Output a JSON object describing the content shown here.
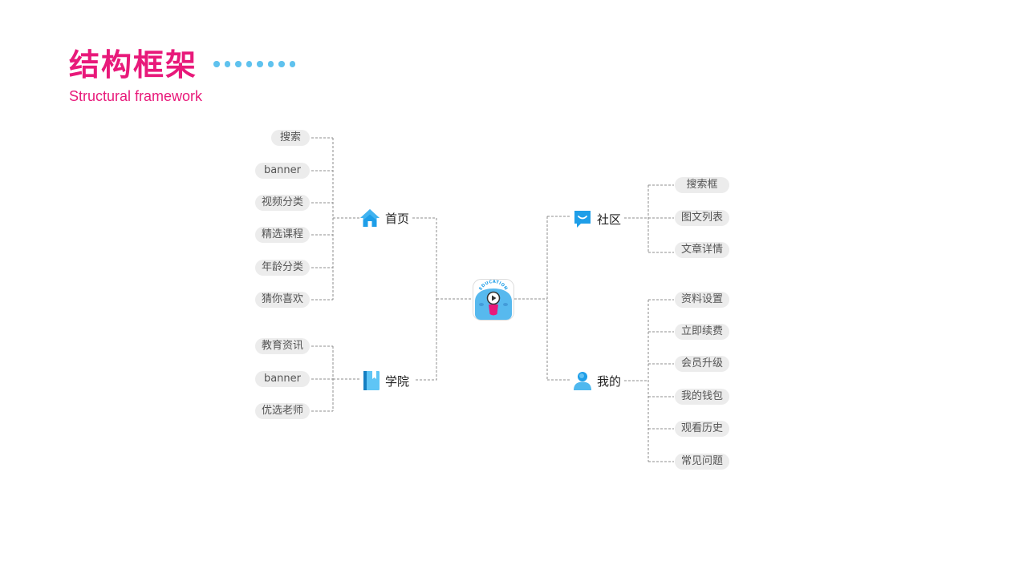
{
  "header": {
    "title_cn": "结构框架",
    "title_en": "Structural framework",
    "dot_count": 8
  },
  "colors": {
    "accent": "#e8197a",
    "dots": "#5fc2ee",
    "icon_blue": "#1e9ee8",
    "pill_bg": "#ececec",
    "line": "#8c8c8c"
  },
  "center": {
    "icon": "education-app-icon",
    "badge_text": "EDUCATION"
  },
  "branches": {
    "home": {
      "label": "首页",
      "icon": "home-icon",
      "items": [
        "搜索",
        "banner",
        "视频分类",
        "精选课程",
        "年龄分类",
        "猜你喜欢"
      ]
    },
    "academy": {
      "label": "学院",
      "icon": "book-icon",
      "items": [
        "教育资讯",
        "banner",
        "优选老师"
      ]
    },
    "community": {
      "label": "社区",
      "icon": "chat-icon",
      "items": [
        "搜索框",
        "图文列表",
        "文章详情"
      ]
    },
    "mine": {
      "label": "我的",
      "icon": "user-icon",
      "items": [
        "资料设置",
        "立即续费",
        "会员升级",
        "我的钱包",
        "观看历史",
        "常见问题"
      ]
    }
  }
}
